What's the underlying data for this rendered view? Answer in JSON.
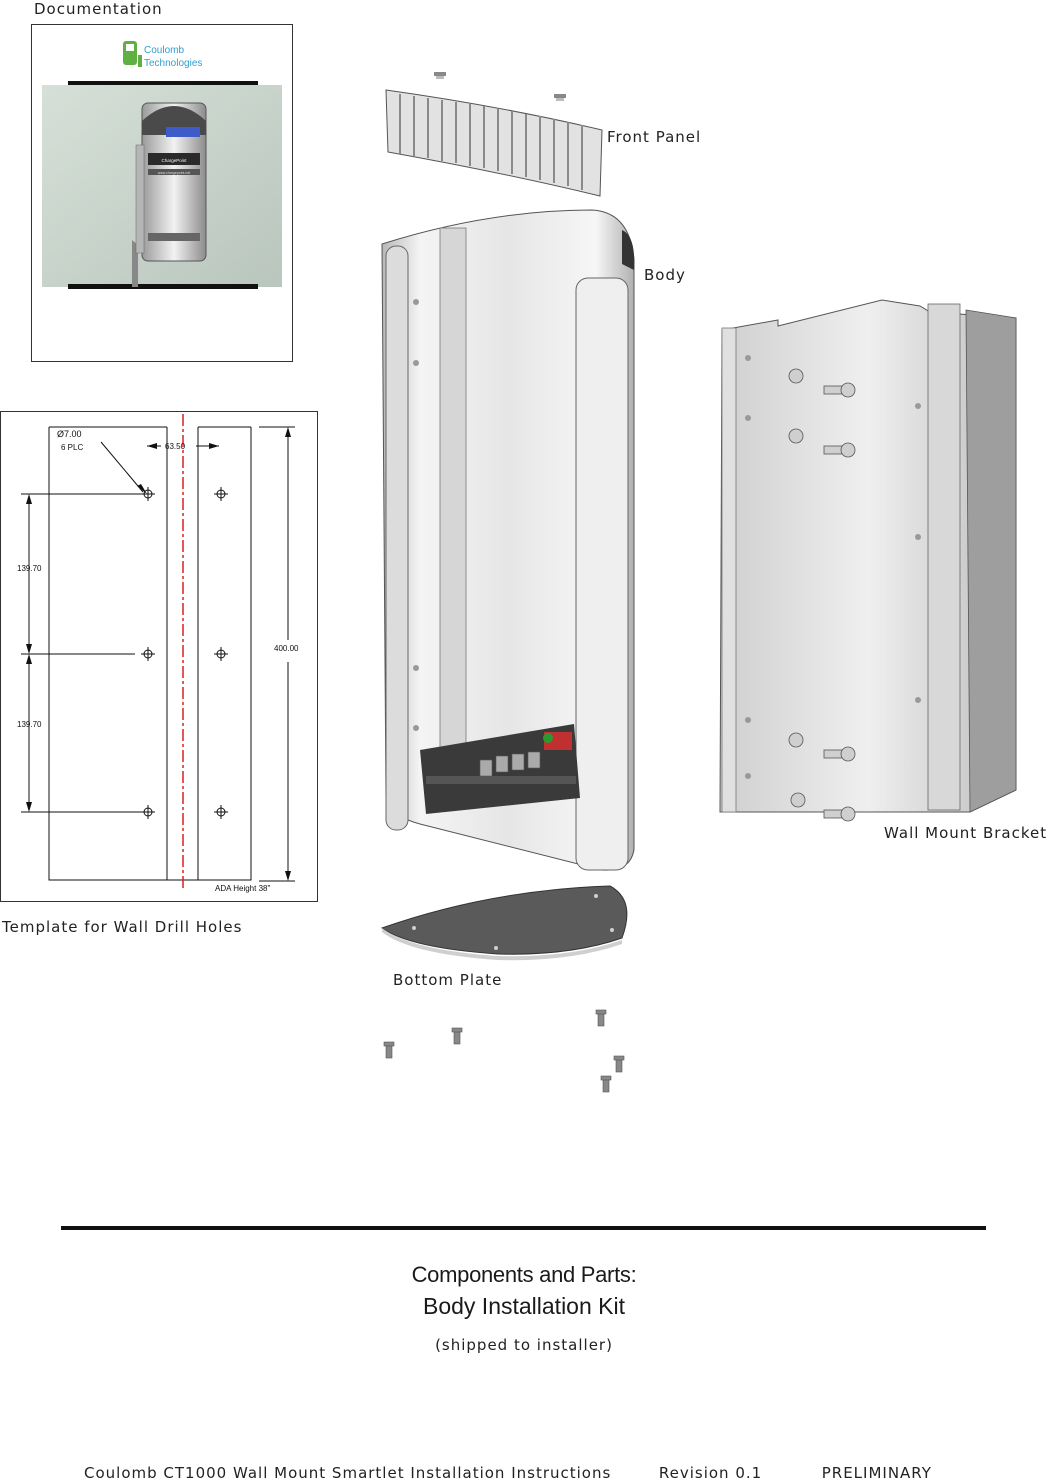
{
  "labels": {
    "documentation": "Documentation",
    "front_panel": "Front Panel",
    "body": "Body",
    "wall_mount_bracket": "Wall Mount Bracket",
    "template": "Template for Wall Drill Holes",
    "bottom_plate": "Bottom Plate"
  },
  "doc_card": {
    "logo_line1": "Coulomb",
    "logo_line2": "Technologies",
    "unit_label": "ChargePoint",
    "unit_url": "www.chargepoint.net",
    "accent": "#2ea0d0",
    "logo_green": "#5fb043"
  },
  "drawing": {
    "hole_dia": "Ø7.00",
    "hole_count": "6 PLC",
    "width_dim": "63.50",
    "spacing_top": "139.70",
    "spacing_bottom": "139.70",
    "overall_height": "400.00",
    "ada": "ADA Height 38\"",
    "centerline_color": "#d92020"
  },
  "heading": {
    "line1": "Components and Parts:",
    "line2": "Body Installation Kit",
    "line3": "(shipped to installer)"
  },
  "footer": {
    "doc_title": "Coulomb CT1000 Wall Mount Smartlet Installation Instructions",
    "revision": "Revision 0.1",
    "status": "PRELIMINARY"
  }
}
